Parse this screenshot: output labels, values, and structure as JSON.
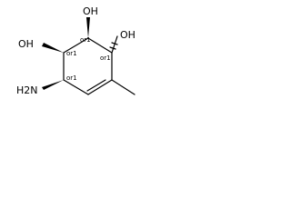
{
  "molecule": {
    "atoms": {
      "oh_top": "OH",
      "oh_left": "OH",
      "oh_right": "OH",
      "nh2": "H2N"
    },
    "stereo": {
      "c1": "or1",
      "c2": "or1",
      "c3": "or1",
      "c4": "or1"
    }
  }
}
